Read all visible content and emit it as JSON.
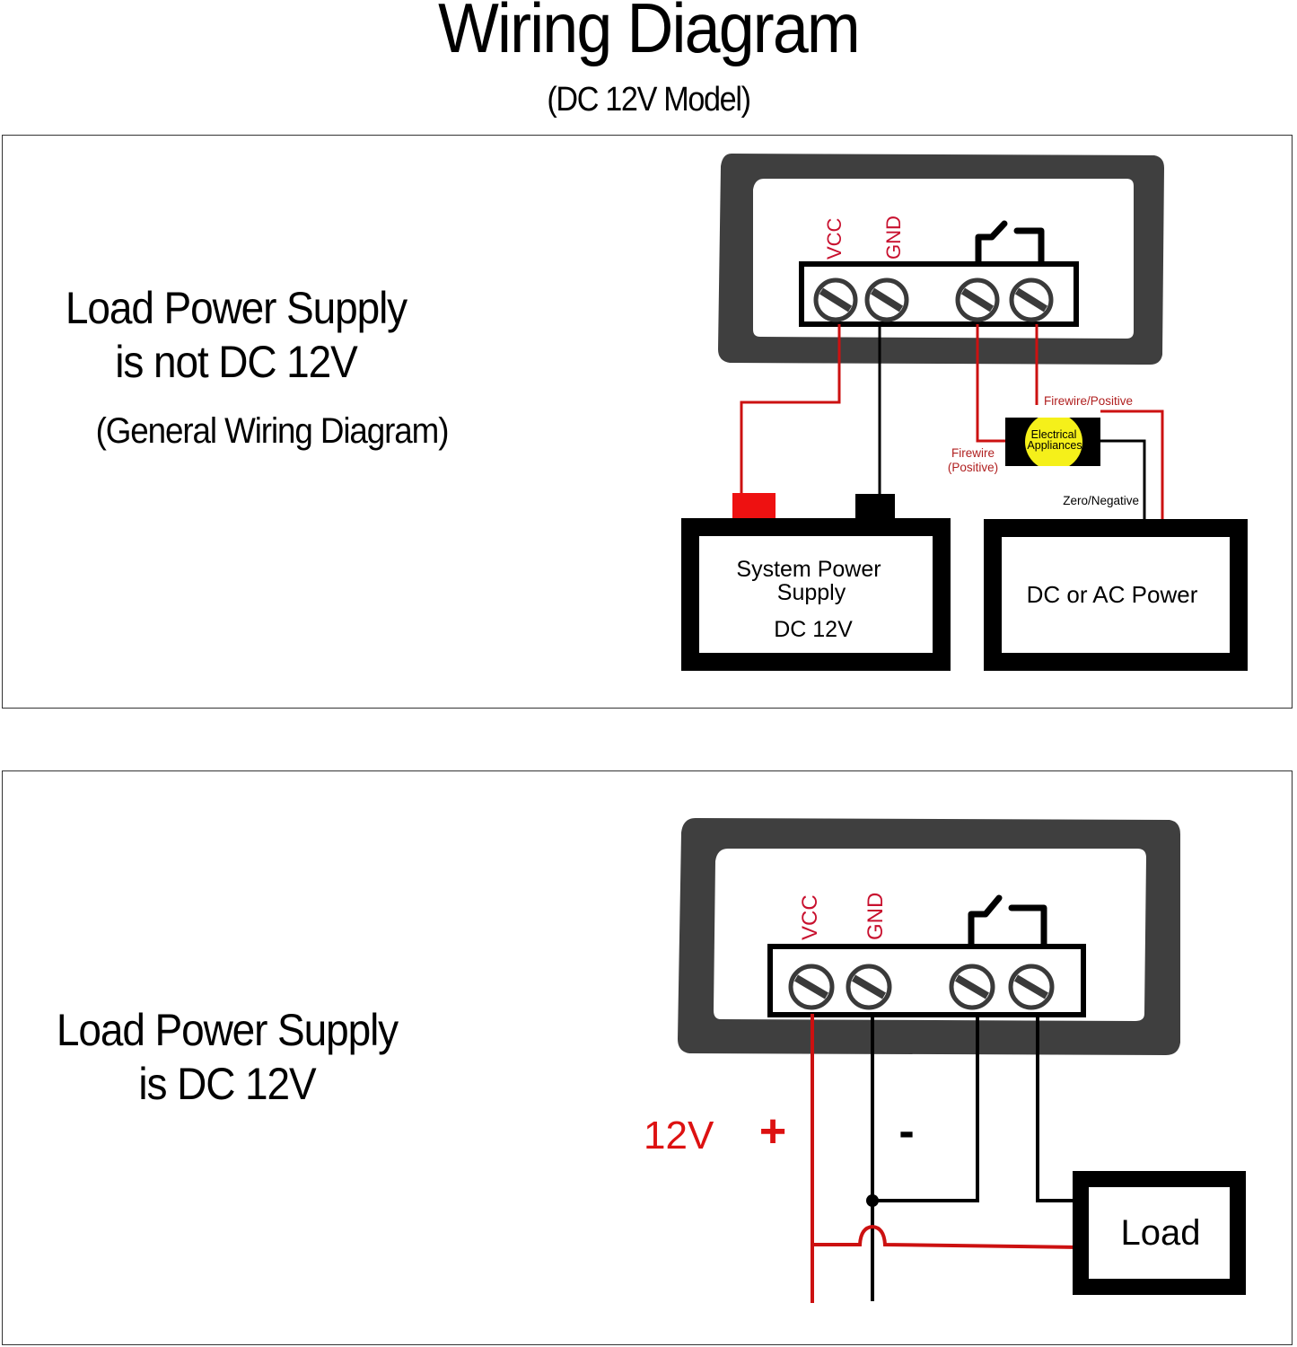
{
  "header": {
    "title": "Wiring Diagram",
    "subtitle": "(DC 12V Model)"
  },
  "colors": {
    "wire_positive": "#cc1111",
    "wire_negative": "#000000",
    "label_red": "#c8102e",
    "device_frame": "#3f3f3f",
    "appliance_bulb": "#f5f01a"
  },
  "panel_general": {
    "heading_line1": "Load Power Supply",
    "heading_line2": "is not DC 12V",
    "note": "(General Wiring Diagram)",
    "terminals": {
      "vcc": "VCC",
      "gnd": "GND",
      "relay_icon": "relay-switch-icon"
    },
    "appliance": {
      "line1": "Electrical",
      "line2": "Appliances"
    },
    "wire_labels": {
      "firewire_positive_top": "Firewire/Positive",
      "firewire_positive_left_line1": "Firewire",
      "firewire_positive_left_line2": "(Positive)",
      "zero_negative": "Zero/Negative"
    },
    "system_power": {
      "line1": "System Power",
      "line2": "Supply",
      "line3": "DC 12V"
    },
    "load_power": {
      "label": "DC or AC Power"
    }
  },
  "panel_dc12v": {
    "heading_line1": "Load Power Supply",
    "heading_line2": "is DC 12V",
    "terminals": {
      "vcc": "VCC",
      "gnd": "GND",
      "relay_icon": "relay-switch-icon"
    },
    "supply_label": "12V",
    "plus_sign": "+",
    "minus_sign": "-",
    "load_label": "Load"
  }
}
